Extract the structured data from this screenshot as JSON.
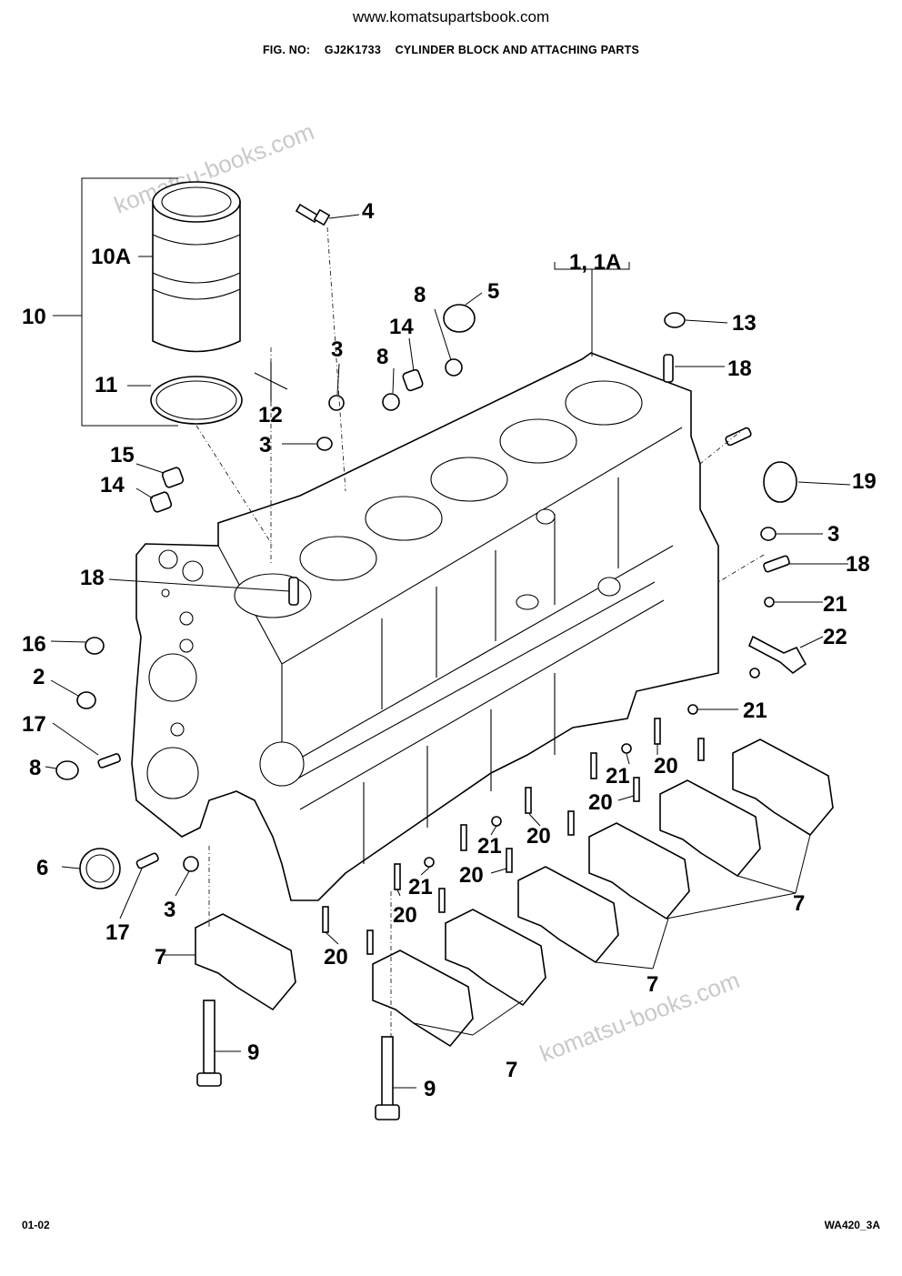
{
  "header": {
    "website": "www.komatsupartsbook.com",
    "fig_label": "FIG. NO:",
    "fig_number": "GJ2K1733",
    "fig_title": "CYLINDER BLOCK AND ATTACHING PARTS"
  },
  "watermark": {
    "text": "komatsu-books.com"
  },
  "callouts": {
    "c4": "4",
    "c1_1a": "1, 1A",
    "c10a": "10A",
    "c10": "10",
    "c5": "5",
    "c8a": "8",
    "c14a": "14",
    "c8b": "8",
    "c13": "13",
    "c18a": "18",
    "c3a": "3",
    "c11": "11",
    "c12": "12",
    "c3b": "3",
    "c15": "15",
    "c14b": "14",
    "c19": "19",
    "c3c": "3",
    "c18b": "18",
    "c18c": "18",
    "c21a": "21",
    "c22": "22",
    "c16": "16",
    "c2": "2",
    "c21b": "21",
    "c17a": "17",
    "c20a": "20",
    "c8c": "8",
    "c21c": "21",
    "c20b": "20",
    "c21d": "21",
    "c20c": "20",
    "c6": "6",
    "c21e": "21",
    "c20d": "20",
    "c7a": "7",
    "c21f": "21",
    "c3d": "3",
    "c20e": "20",
    "c17b": "17",
    "c20f": "20",
    "c7b": "7",
    "c7c": "7",
    "c7d": "7",
    "c9a": "9",
    "c9b": "9"
  },
  "footer": {
    "page": "01-02",
    "model": "WA420_3A"
  }
}
